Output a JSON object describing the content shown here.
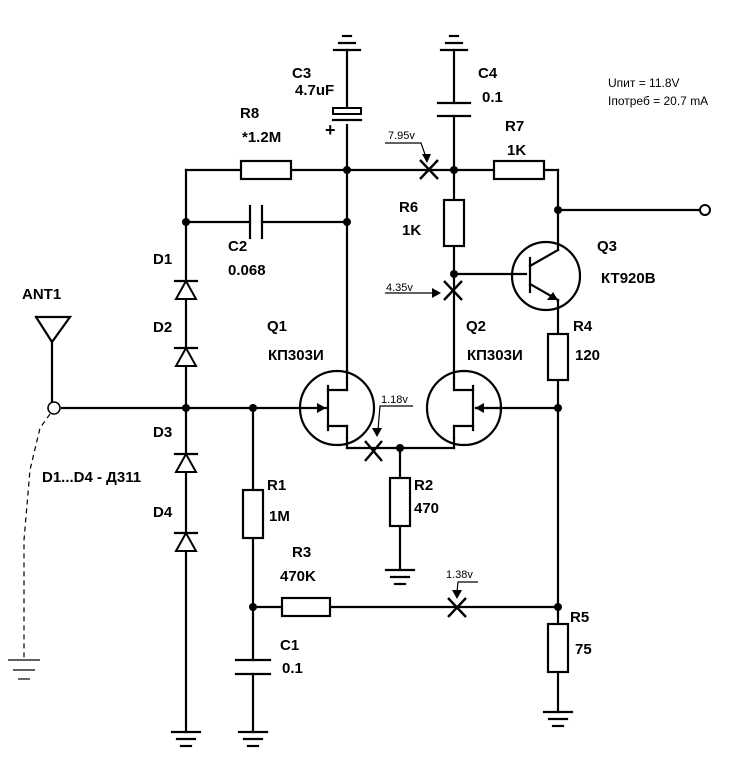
{
  "supply": {
    "voltage": "Uпит = 11.8V",
    "current": "Iпотреб = 20.7 mA"
  },
  "antenna": {
    "name": "ANT1"
  },
  "diodes": {
    "d1": "D1",
    "d2": "D2",
    "d3": "D3",
    "d4": "D4",
    "type_note": "D1...D4 - Д311"
  },
  "capacitors": {
    "c1": {
      "name": "C1",
      "value": "0.1"
    },
    "c2": {
      "name": "C2",
      "value": "0.068"
    },
    "c3": {
      "name": "C3",
      "value": "4.7uF",
      "polarity": "+"
    },
    "c4": {
      "name": "C4",
      "value": "0.1"
    }
  },
  "resistors": {
    "r1": {
      "name": "R1",
      "value": "1M"
    },
    "r2": {
      "name": "R2",
      "value": "470"
    },
    "r3": {
      "name": "R3",
      "value": "470K"
    },
    "r4": {
      "name": "R4",
      "value": "120"
    },
    "r5": {
      "name": "R5",
      "value": "75"
    },
    "r6": {
      "name": "R6",
      "value": "1K"
    },
    "r7": {
      "name": "R7",
      "value": "1K"
    },
    "r8": {
      "name": "R8",
      "value": "*1.2M"
    }
  },
  "transistors": {
    "q1": {
      "name": "Q1",
      "type": "КП303И"
    },
    "q2": {
      "name": "Q2",
      "type": "КП303И"
    },
    "q3": {
      "name": "Q3",
      "type": "КТ920В"
    }
  },
  "probes": {
    "p_supply": "7.95v",
    "p_drain": "4.35v",
    "p_source": "1.18v",
    "p_bias": "1.38v"
  }
}
